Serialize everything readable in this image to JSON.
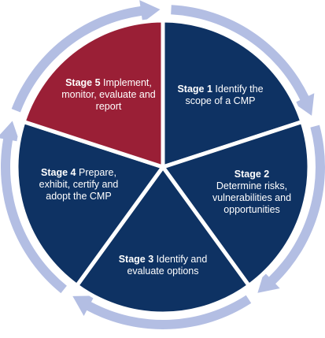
{
  "colors": {
    "ring": "#a4b0d9",
    "ring_arrow": "#b3bee3",
    "segment_blue": "#0e3263",
    "segment_red": "#9a1f36",
    "divider": "#ffffff",
    "text": "#ffffff"
  },
  "stages": [
    {
      "id": "stage-1",
      "stage": "Stage 1",
      "text": "Identify the scope of a CMP",
      "fill": "segment_blue"
    },
    {
      "id": "stage-2",
      "stage": "Stage 2",
      "text": "Determine risks, vulnerabilities and opportunities",
      "fill": "segment_blue"
    },
    {
      "id": "stage-3",
      "stage": "Stage 3",
      "text": "Identify and evaluate options",
      "fill": "segment_blue"
    },
    {
      "id": "stage-4",
      "stage": "Stage 4",
      "text": "Prepare, exhibit, certify and adopt the CMP",
      "fill": "segment_blue"
    },
    {
      "id": "stage-5",
      "stage": "Stage 5",
      "text": "Implement, monitor, evaluate and report",
      "fill": "segment_red"
    }
  ]
}
